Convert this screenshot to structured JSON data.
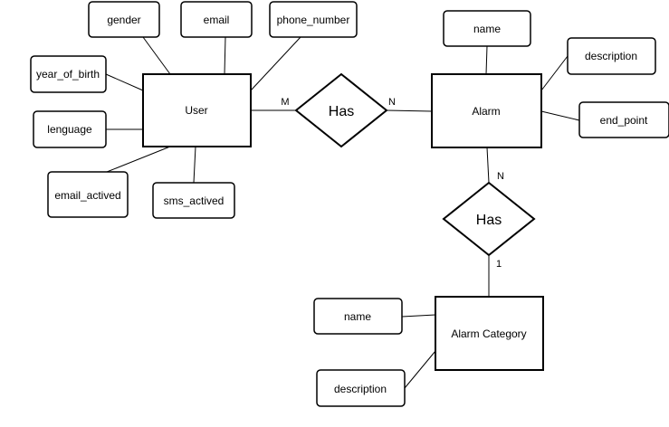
{
  "entities": {
    "user": "User",
    "alarm": "Alarm",
    "alarm_category": "Alarm Category"
  },
  "relationships": {
    "user_alarm": "Has",
    "alarm_category": "Has"
  },
  "cardinalities": {
    "user_side": "M",
    "alarm_side_1": "N",
    "alarm_side_2": "N",
    "category_side": "1"
  },
  "attributes": {
    "user": {
      "gender": "gender",
      "email": "email",
      "phone_number": "phone_number",
      "year_of_birth": "year_of_birth",
      "lenguage": "lenguage",
      "email_actived": "email_actived",
      "sms_actived": "sms_actived"
    },
    "alarm": {
      "name": "name",
      "description": "description",
      "end_point": "end_point"
    },
    "alarm_category": {
      "name": "name",
      "description": "description"
    }
  }
}
